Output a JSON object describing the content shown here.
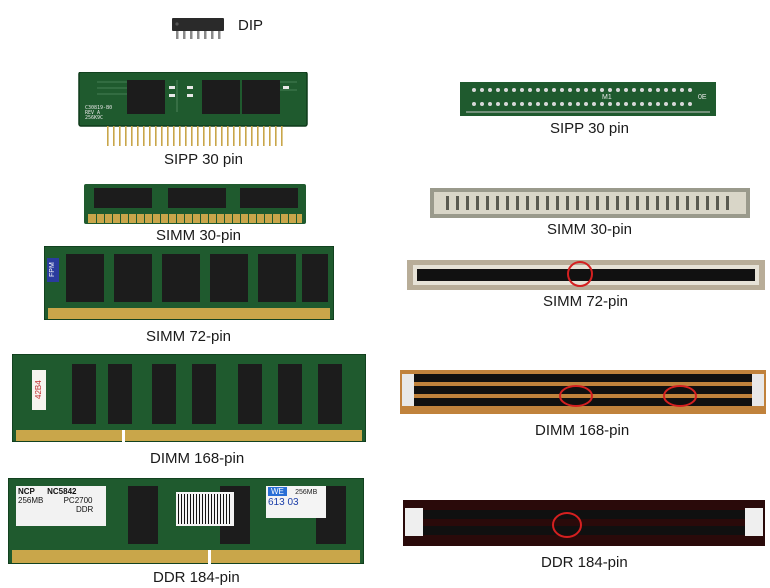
{
  "colors": {
    "pcb_green": "#1f5a2e",
    "pcb_dark": "#153f20",
    "chip_black": "#1c1c1c",
    "gold_pin": "#c9a64a",
    "slot_black": "#101010",
    "slot_beige": "#cfcab8",
    "highlight_circle": "#d42020"
  },
  "left_column": {
    "dip": {
      "label": "DIP"
    },
    "sipp": {
      "label": "SIPP 30 pin",
      "marking_lines": [
        "C30819-B0",
        "REV A",
        "256K9C"
      ]
    },
    "simm30": {
      "label": "SIMM 30-pin"
    },
    "simm72": {
      "label": "SIMM 72-pin",
      "sticker": "FPM"
    },
    "dimm168": {
      "label": "DIMM 168-pin",
      "sticker": "42B4"
    },
    "ddr184": {
      "label": "DDR 184-pin",
      "sticker_left": {
        "brand": "NCP",
        "model": "NC5842",
        "size": "256MB",
        "speed": "PC2700",
        "type": "DDR"
      },
      "sticker_right": {
        "top": "WE",
        "size": "256MB",
        "code": "613 03"
      }
    }
  },
  "right_column": {
    "sipp_socket": {
      "label": "SIPP 30 pin",
      "markings": [
        "M1",
        "0E"
      ]
    },
    "simm30_socket": {
      "label": "SIMM 30-pin"
    },
    "simm72_socket": {
      "label": "SIMM 72-pin"
    },
    "dimm168_socket": {
      "label": "DIMM 168-pin"
    },
    "ddr184_socket": {
      "label": "DDR 184-pin"
    }
  }
}
